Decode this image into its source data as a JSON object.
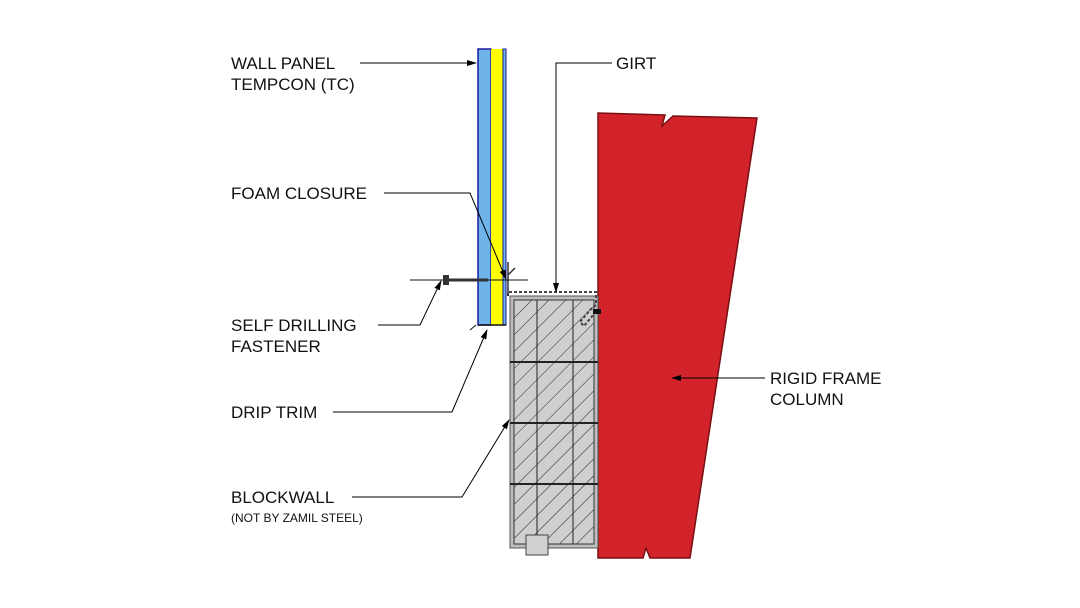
{
  "labels": {
    "wall_panel": [
      "WALL PANEL",
      "TEMPCON (TC)"
    ],
    "girt": "GIRT",
    "foam_closure": "FOAM CLOSURE",
    "self_drilling_fastener": [
      "SELF DRILLING",
      "FASTENER"
    ],
    "drip_trim": "DRIP TRIM",
    "blockwall": "BLOCKWALL",
    "blockwall_note": "(NOT BY ZAMIL STEEL)",
    "rigid_frame_column": [
      "RIGID FRAME",
      "COLUMN"
    ]
  },
  "colors": {
    "panel_skin": "#6fb4e8",
    "panel_outline": "#1a1aa0",
    "insulation": "#ffff00",
    "column": "#d2232a",
    "blockwall": "#cfcfcf"
  }
}
